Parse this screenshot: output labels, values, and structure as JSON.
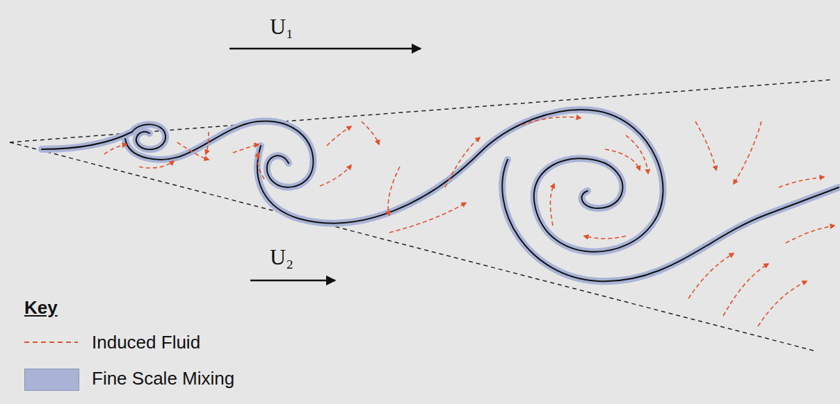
{
  "diagram": {
    "labels": [
      "U₁",
      "U₂",
      "Key"
    ],
    "legend": [
      {
        "text": "Induced Fluid"
      },
      {
        "text": "Fine Scale Mixing",
        "color": "#a9b3d6"
      }
    ]
  }
}
